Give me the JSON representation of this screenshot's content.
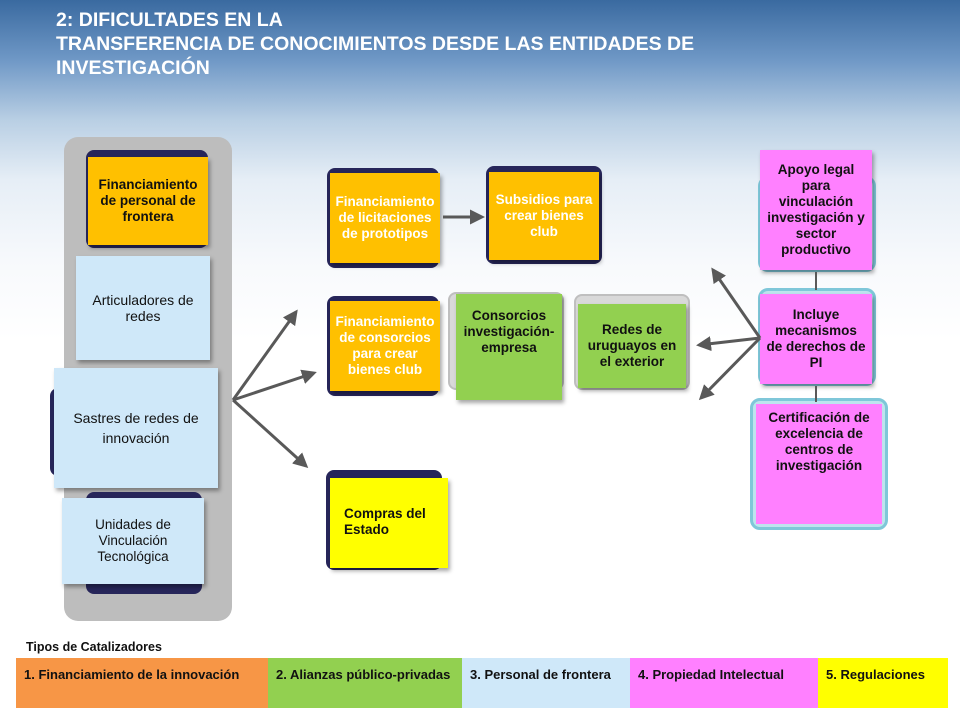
{
  "title": {
    "line1": "2: DIFICULTADES EN LA",
    "line2": "TRANSFERENCIA DE CONOCIMIENTOS DESDE LAS ENTIDADES DE",
    "line3": "INVESTIGACIÓN"
  },
  "left_column": [
    {
      "label": "Financiamiento de personal de frontera",
      "color": "#ffc000"
    },
    {
      "label": "Articuladores de redes",
      "color": "#cfe8f9"
    },
    {
      "label": "Sastres de redes de innovación",
      "color": "#cfe8f9"
    },
    {
      "label": "Unidades de Vinculación Tecnológica",
      "color": "#cfe8f9"
    }
  ],
  "middle": {
    "licitaciones": "Financiamiento de licitaciones de prototipos",
    "subsidios": "Subsidios para crear bienes club",
    "consorcios": "Financiamiento de consorcios para crear bienes club",
    "consorcios_ie": "Consorcios investigación-empresa",
    "redes_uruguayos": "Redes de uruguayos en el exterior",
    "compras": "Compras del Estado"
  },
  "right": {
    "apoyo_legal": "Apoyo legal para vinculación investigación y sector productivo",
    "incluye": "Incluye mecanismos de derechos de PI",
    "certificacion": "Certificación de excelencia de centros de investigación"
  },
  "legend": {
    "title": "Tipos de Catalizadores",
    "items": [
      {
        "label": "1. Financiamiento de la innovación",
        "color": "#f79646"
      },
      {
        "label": "2. Alianzas público-privadas",
        "color": "#92d050"
      },
      {
        "label": "3. Personal de frontera",
        "color": "#cfe8f9"
      },
      {
        "label": "4.   Propiedad Intelectual",
        "color": "#ff80ff"
      },
      {
        "label": "5. Regulaciones",
        "color": "#ffff00"
      }
    ]
  },
  "colors": {
    "arrow": "#595959",
    "frame_dark": "#27265a",
    "yellow": "#ffc000",
    "pink": "#ff80ff",
    "green": "#92d050",
    "light_blue": "#cfe8f9"
  }
}
